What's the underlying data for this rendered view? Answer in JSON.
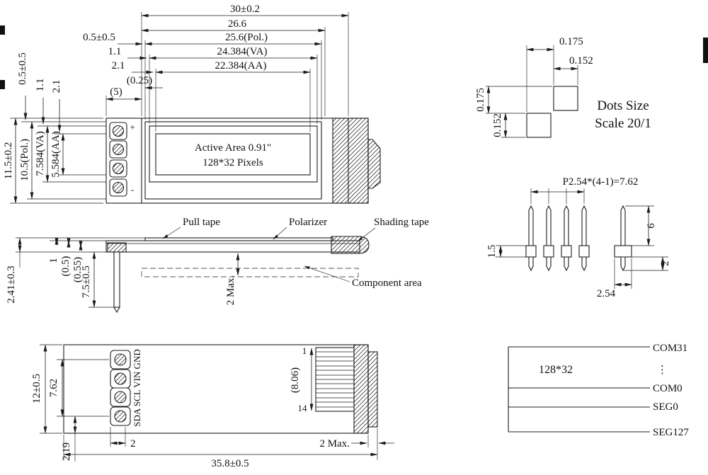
{
  "front_view": {
    "dim_total_width": "30±0.2",
    "dim_glass_width": "26.6",
    "dim_pol_offset": "0.5±0.5",
    "dim_pol_width": "25.6(Pol.)",
    "dim_va_offset": "1.1",
    "dim_va_width": "24.384(VA)",
    "dim_aa_offset": "2.1",
    "dim_aa_width": "22.384(AA)",
    "dim_gap": "(0.25)",
    "dim_pin_area": "(5)",
    "dim_pol_offset_v": "0.5±0.5",
    "dim_va_offset_v": "1.1",
    "dim_aa_offset_v": "2.1",
    "dim_total_height": "11.5±0.2",
    "dim_pol_height": "10.5(Pol.)",
    "dim_va_height": "7.584(VA)",
    "dim_aa_height": "5.584(AA)",
    "active_area_line1": "Active Area 0.91\"",
    "active_area_line2": "128*32 Pixels",
    "pin_plus": "+",
    "pin_minus": "-"
  },
  "side_view": {
    "label_pull_tape": "Pull tape",
    "label_polarizer": "Polarizer",
    "label_shading_tape": "Shading tape",
    "label_component_area": "Component area",
    "dim_glass_thk": "1",
    "dim_tape_thk": "(0.5)",
    "dim_pol_thk": "(0.55)",
    "dim_pin_len": "7.5±0.5",
    "dim_total_thk": "2.41±0.3",
    "dim_comp_max": "2 Max."
  },
  "back_view": {
    "pin_labels": "SDA SCL VIN GND",
    "dim_height": "12±0.5",
    "dim_pad_pitch": "7.62",
    "dim_pad_offset": "2.19",
    "dim_pad_edge": "2",
    "dim_length": "35.8±0.5",
    "dim_fpc_max": "2 Max.",
    "dim_contact_h": "(8.06)",
    "pin_first": "1",
    "pin_last": "14"
  },
  "dots_view": {
    "dim_pitch_h": "0.175",
    "dim_dot_w": "0.152",
    "dim_pitch_v": "0.175",
    "dim_dot_h": "0.152",
    "title_line1": "Dots Size",
    "title_line2": "Scale 20/1"
  },
  "header_view": {
    "dim_pitch_total": "P2.54*(4-1)=7.62",
    "dim_body_h": "1.5",
    "dim_pin_top": "6",
    "dim_pin_bottom": "2",
    "dim_body_w": "2.54"
  },
  "matrix_view": {
    "resolution": "128*32",
    "com_top": "COM31",
    "com_bottom": "COM0",
    "seg_top": "SEG0",
    "seg_bottom": "SEG127",
    "ellipsis": "⋮"
  }
}
